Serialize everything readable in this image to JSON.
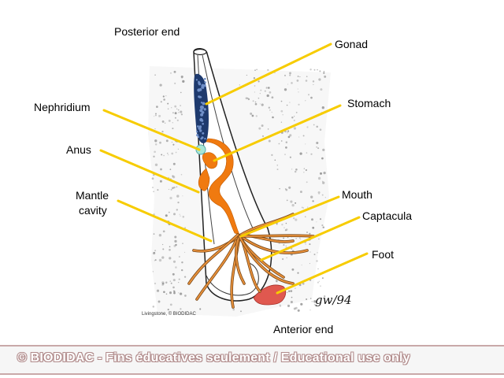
{
  "labels": {
    "posterior_end": "Posterior end",
    "gonad": "Gonad",
    "nephridium": "Nephridium",
    "stomach": "Stomach",
    "anus": "Anus",
    "mantle_cavity_line1": "Mantle",
    "mantle_cavity_line2": "cavity",
    "mouth": "Mouth",
    "captacula": "Captacula",
    "foot": "Foot",
    "anterior_end": "Anterior end"
  },
  "credit": "Livingstone, © BIODIDAC",
  "signature": "gw/94",
  "watermark": "© BIODIDAC - Fins éducatives seulement / Educational use only",
  "colors": {
    "leader_line": "#f7cc00",
    "digestive": "#f07a10",
    "gonad": "#1e3a6e",
    "nephridium": "#a8e6d6",
    "foot": "#e0584f",
    "sediment": "#8a8a8a"
  }
}
